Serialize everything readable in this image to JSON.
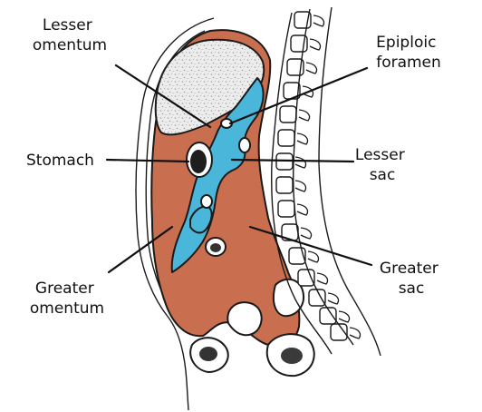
{
  "labels": {
    "lesser_omentum": [
      "Lesser",
      "omentum"
    ],
    "epiploic_foramen": [
      "Epiploic",
      "foramen"
    ],
    "stomach": [
      "Stomach"
    ],
    "lesser_sac": [
      "Lesser",
      "sac"
    ],
    "greater_omentum": [
      "Greater",
      "omentum"
    ],
    "greater_sac": [
      "Greater",
      "sac"
    ]
  },
  "colors": {
    "peritoneal_cavity": "#c96f4f",
    "lesser_sac": "#4ab7da",
    "liver_texture": "#d9d9d9",
    "outline": "#1a1a1a",
    "background": "#ffffff"
  }
}
